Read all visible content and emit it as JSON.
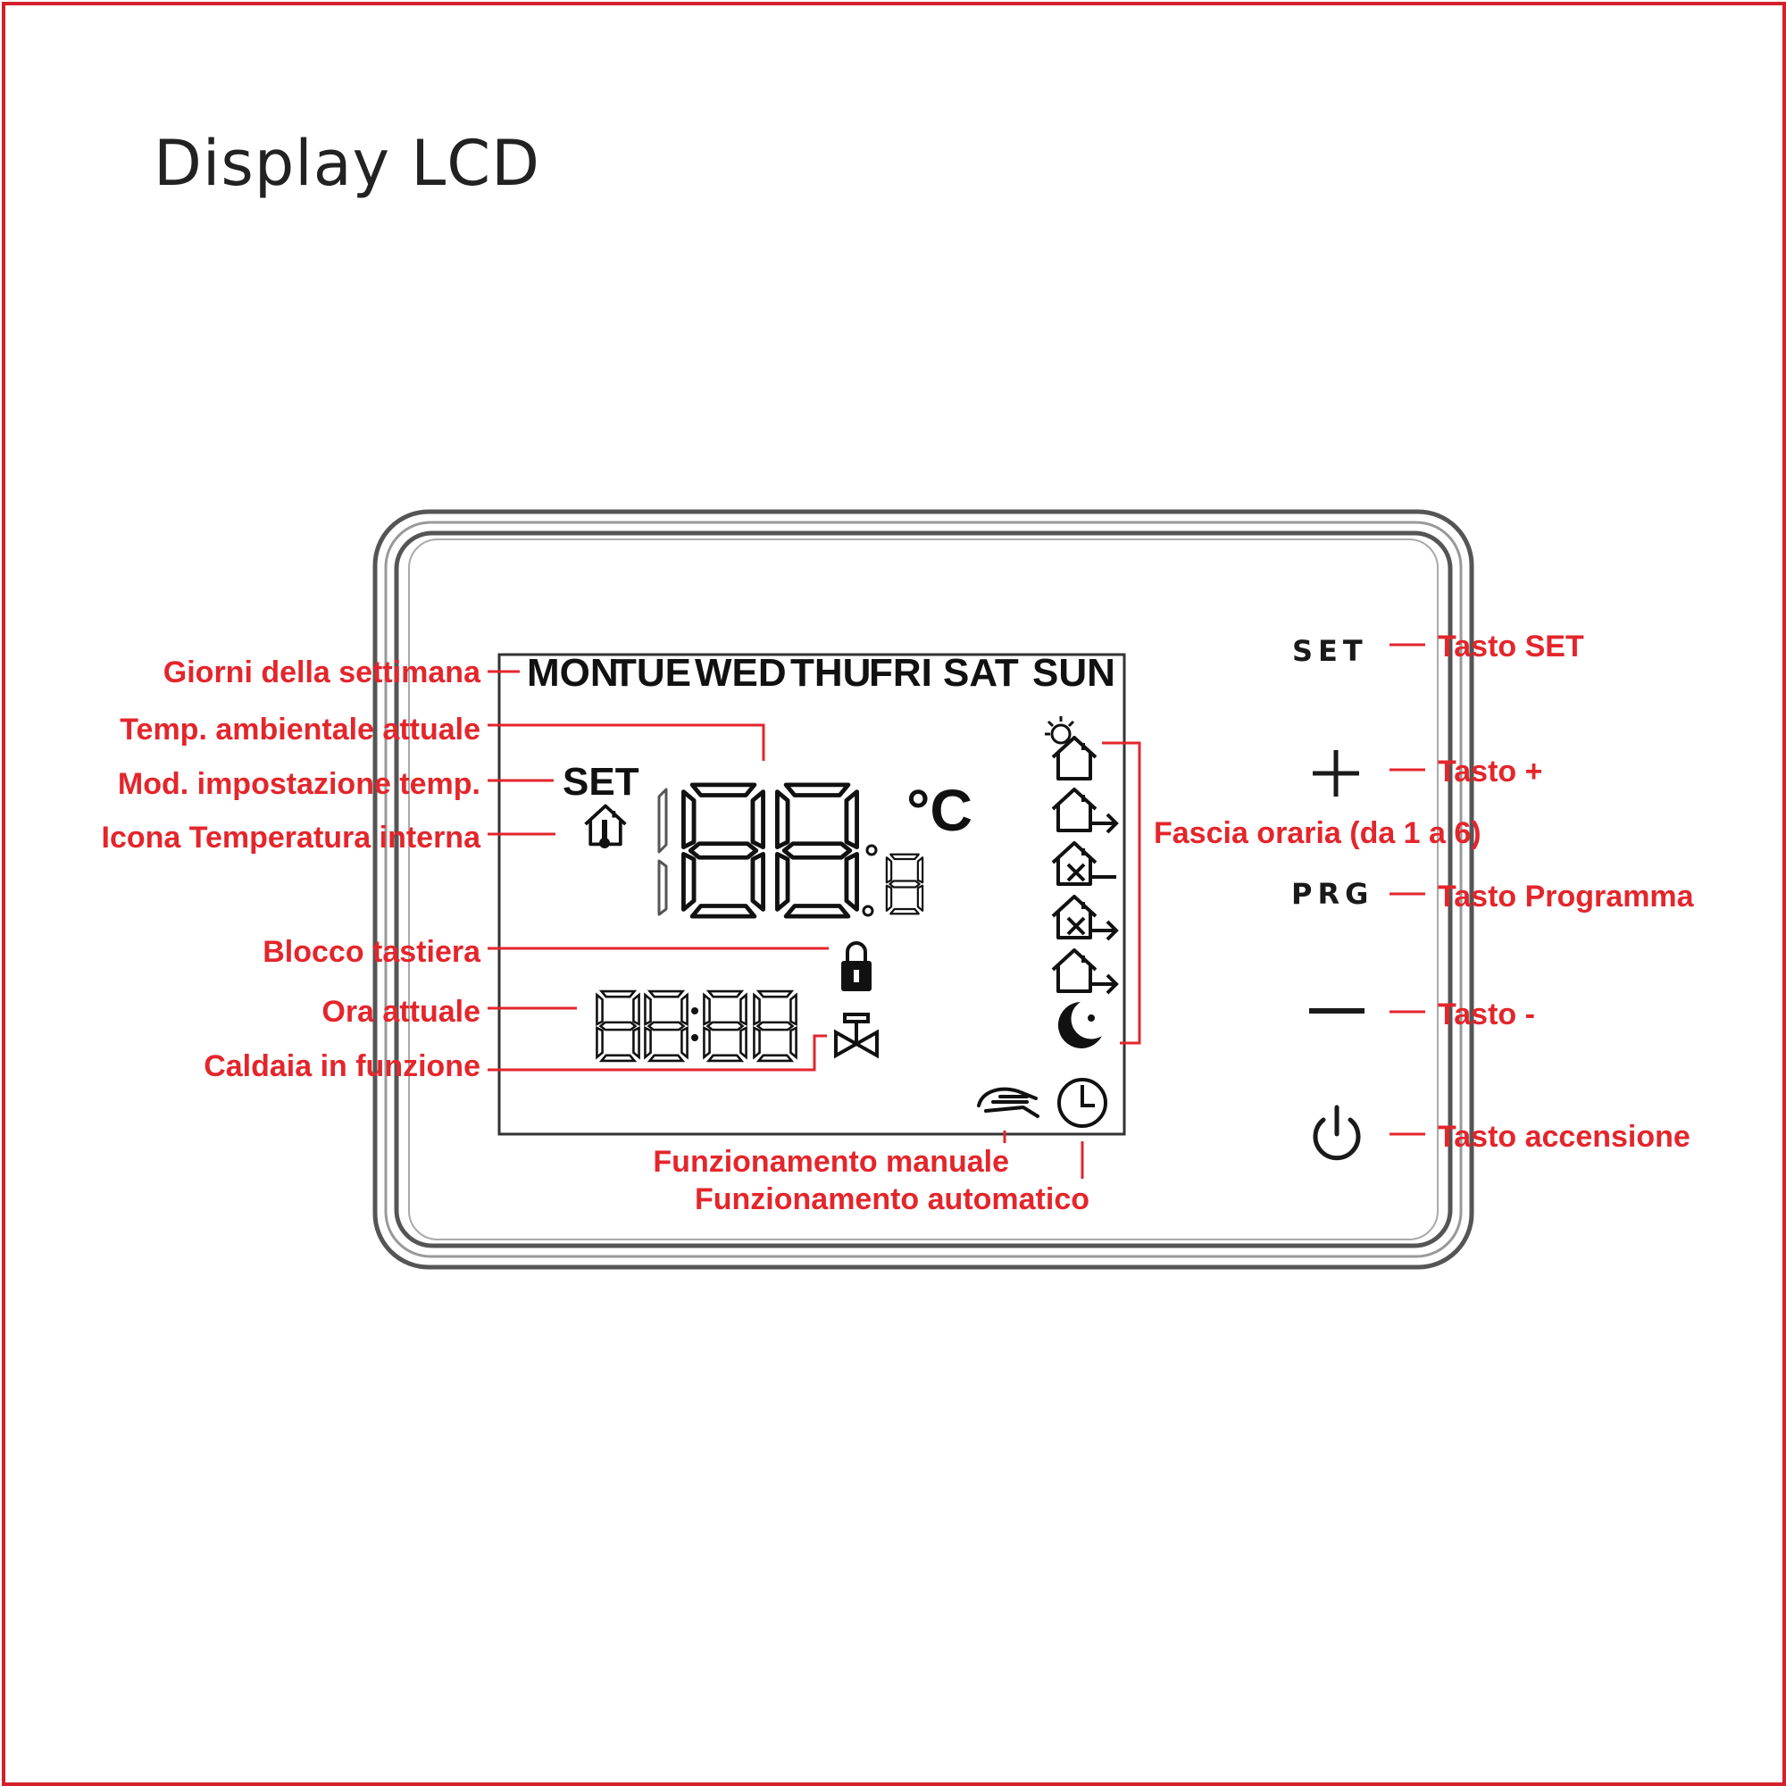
{
  "title": "Display LCD",
  "colors": {
    "accent": "#e3262c",
    "frame": "#d4202a",
    "ink": "#111111"
  },
  "lcd": {
    "days": [
      "MON",
      "TUE",
      "WED",
      "THU",
      "FRI",
      "SAT",
      "SUN"
    ],
    "set_label": "SET",
    "temperature": "88",
    "temperature_decimal": "8",
    "unit": "°C",
    "clock_hours": "88",
    "clock_minutes": "88"
  },
  "buttons": {
    "set": "SET",
    "prg": "PRG"
  },
  "labels": {
    "days": "Giorni della settimana",
    "room_temp": "Temp. ambientale attuale",
    "set_mode": "Mod. impostazione temp.",
    "indoor_icon": "Icona Temperatura interna",
    "keypad_lock": "Blocco tastiera",
    "current_time": "Ora attuale",
    "boiler": "Caldaia in funzione",
    "manual": "Funzionamento manuale",
    "auto": "Funzionamento automatico",
    "time_slot": "Fascia oraria (da 1 a 6)",
    "key_set": "Tasto SET",
    "key_plus": "Tasto +",
    "key_prg": "Tasto Programma",
    "key_minus": "Tasto -",
    "key_power": "Tasto accensione"
  },
  "icons": {
    "indoor": "house-thermometer-icon",
    "lock": "padlock-icon",
    "boiler": "valve-icon",
    "manual": "hand-icon",
    "auto": "clock-icon",
    "slots": [
      "sun-house-icon",
      "house-leave-icon",
      "house-return-icon",
      "house-leave-icon",
      "house-return-icon",
      "moon-icon"
    ],
    "plus": "plus-icon",
    "minus": "minus-icon",
    "power": "power-icon"
  }
}
